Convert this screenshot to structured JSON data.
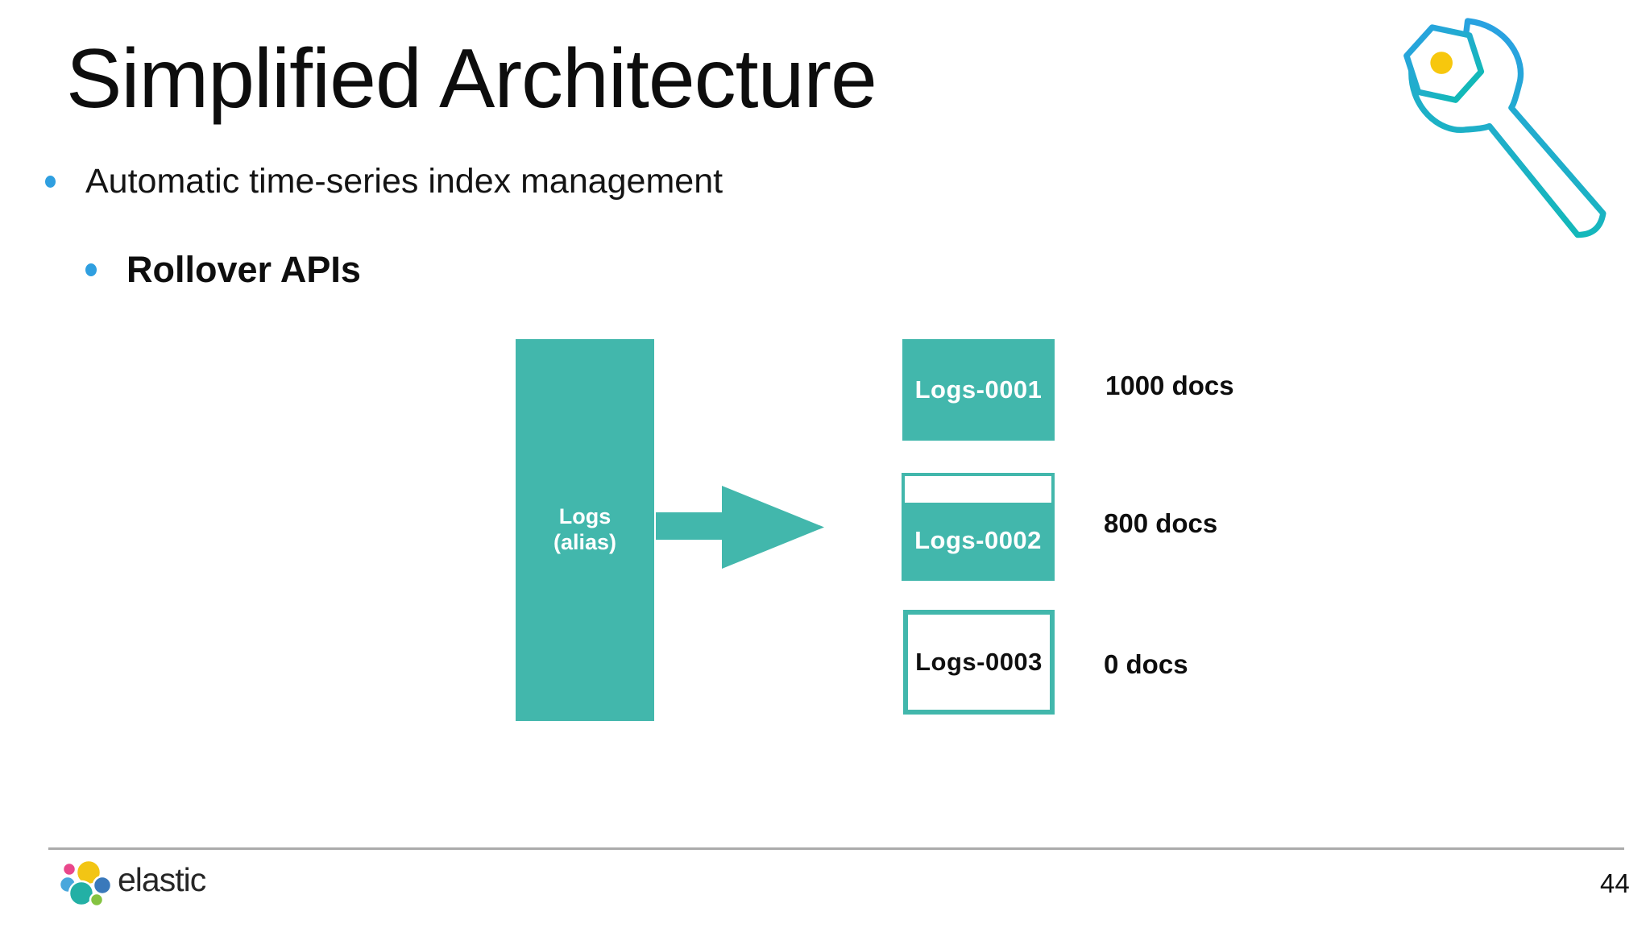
{
  "slide": {
    "title": "Simplified Architecture",
    "page_number": "44"
  },
  "bullets": [
    {
      "label": "Automatic time-series index management"
    },
    {
      "label": "Rollover APIs"
    }
  ],
  "diagram": {
    "alias": {
      "line1": "Logs",
      "line2": "(alias)"
    },
    "indices": [
      {
        "name": "Logs-0001",
        "docs": "1000 docs",
        "fill_state": "full"
      },
      {
        "name": "Logs-0002",
        "docs": "800 docs",
        "fill_state": "partial"
      },
      {
        "name": "Logs-0003",
        "docs": "0 docs",
        "fill_state": "empty"
      }
    ]
  },
  "footer": {
    "brand": "elastic"
  },
  "icons": {
    "wrench": "wrench-nut-icon",
    "arrow": "arrow-right-icon",
    "bullet": "bullet-dot-icon",
    "brand_logo": "elastic-logo-icon"
  },
  "colors": {
    "teal": "#42B7AC",
    "bullet_blue": "#2F9FE0",
    "wrench_blue": "#2AA0E4",
    "wrench_teal": "#0ABFAE",
    "nut_yellow": "#F7C70D",
    "divider_gray": "#ABABAB",
    "text_black": "#111111",
    "logo_yellow": "#F2C514",
    "logo_pink": "#E9478B",
    "logo_light_blue": "#49A7DC",
    "logo_teal": "#23B0A5",
    "logo_blue": "#3A79BB",
    "logo_green": "#84C341"
  }
}
